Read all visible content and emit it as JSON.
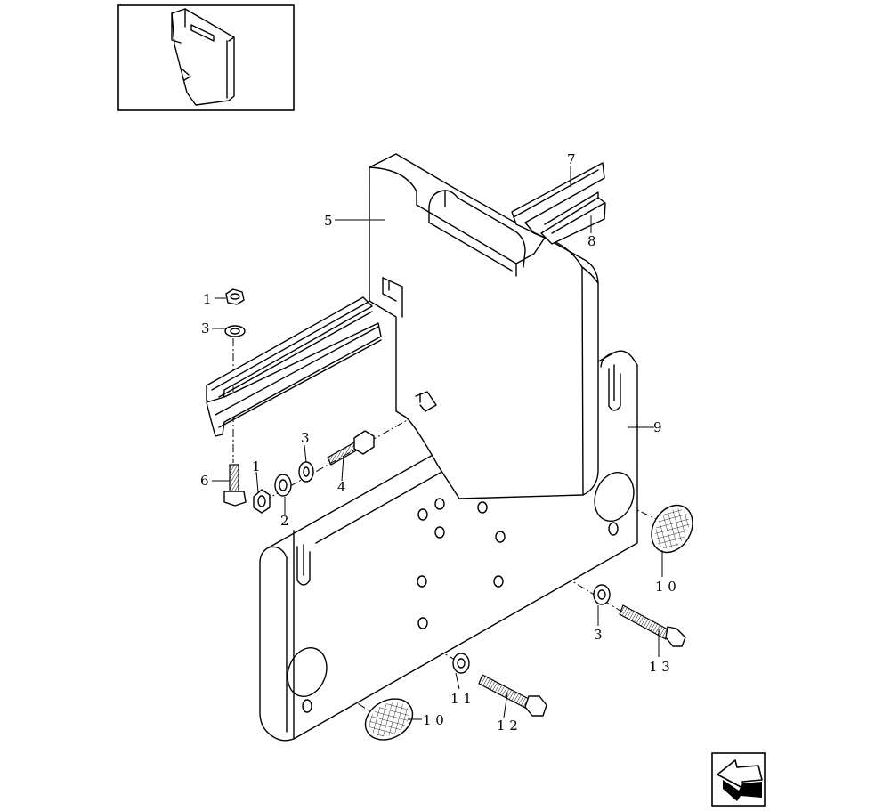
{
  "callouts": {
    "c1_top": "1",
    "c3_top": "3",
    "c6": "6",
    "c1_lower": "1",
    "c2": "2",
    "c3_mid": "3",
    "c4": "4",
    "c5": "5",
    "c7": "7",
    "c8": "8",
    "c9": "9",
    "c10_right": "1 0",
    "c3_right": "3",
    "c13": "1 3",
    "c11": "1 1",
    "c12": "1 2",
    "c10_bottom": "1 0"
  },
  "icons": {
    "thumbnail": "weight-assembly-thumbnail",
    "nav": "arrow-back-icon"
  }
}
